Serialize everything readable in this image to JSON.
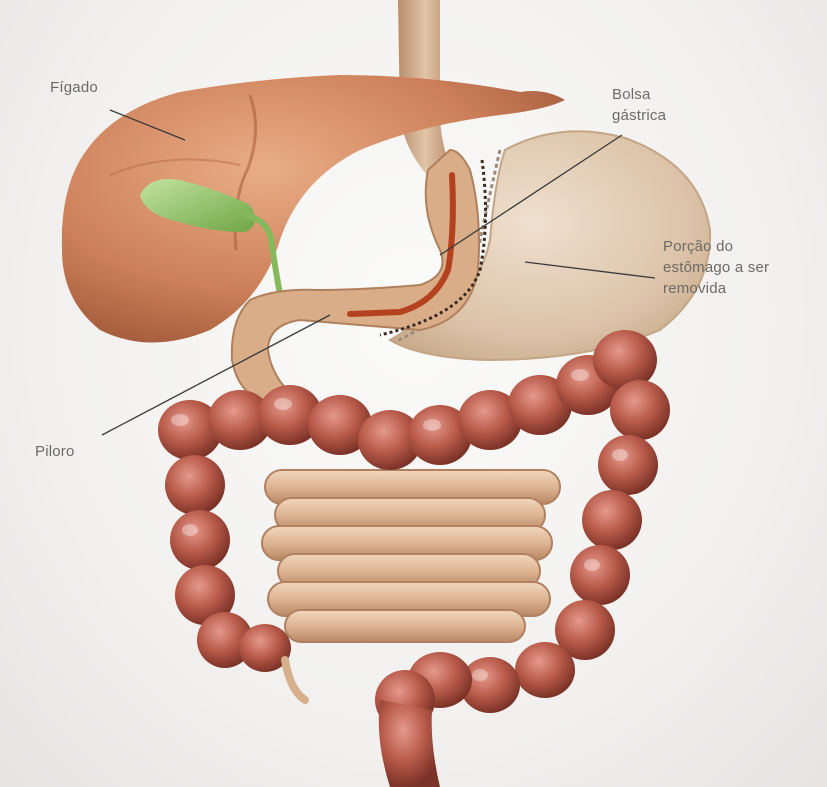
{
  "labels": {
    "figado": "Fígado",
    "bolsa_gastrica": "Bolsa\ngástrica",
    "porcao_estomago": "Porção do\nestômago a ser\nremovida",
    "piloro": "Piloro"
  }
}
